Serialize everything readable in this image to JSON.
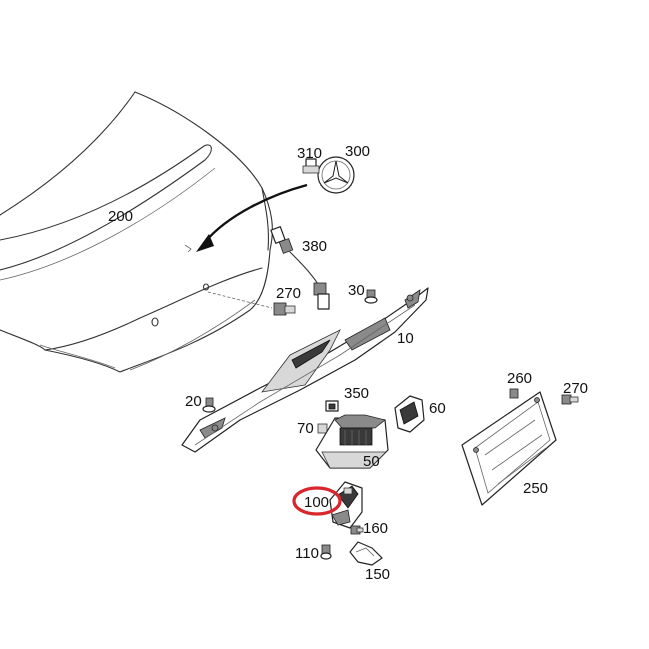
{
  "diagram": {
    "highlight_color": "#d9262c",
    "highlighted_part": "100",
    "labels": {
      "l310": "310",
      "l300": "300",
      "l200": "200",
      "l380": "380",
      "l270a": "270",
      "l30": "30",
      "l10": "10",
      "l20": "20",
      "l350": "350",
      "l60": "60",
      "l70": "70",
      "l50": "50",
      "l260": "260",
      "l270b": "270",
      "l250": "250",
      "l100": "100",
      "l160": "160",
      "l110": "110",
      "l150": "150"
    }
  }
}
